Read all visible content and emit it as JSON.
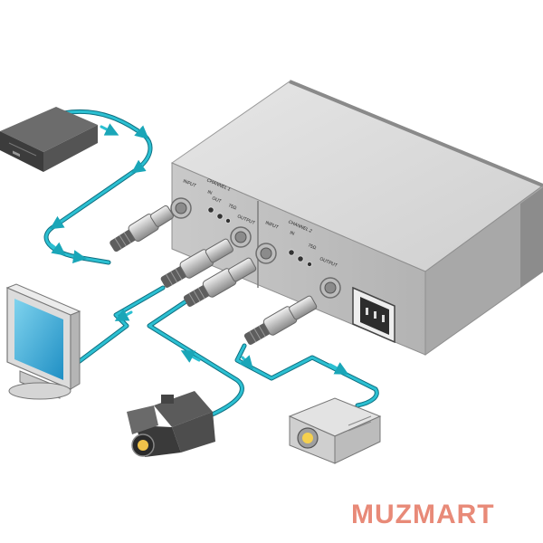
{
  "diagram": {
    "device": {
      "channel1_label": "CHANNEL 1",
      "channel2_label": "CHANNEL 2",
      "input_label": "INPUT",
      "output_label": "OUTPUT",
      "in_label": "IN",
      "out_label": "OUT",
      "ch1_indicators": [
        "IN",
        "75Ω"
      ],
      "ch2_indicators": [
        "IN",
        "75Ω"
      ]
    },
    "watermark": "MUZMART",
    "colors": {
      "cable": "#1aa6b8",
      "chassis_top": "#dcdcdc",
      "chassis_front": "#b9b9b9",
      "watermark": "#e88a78"
    },
    "icons": [
      "vcr-source-icon",
      "monitor-icon",
      "camcorder-icon",
      "projector-icon",
      "bnc-connector-icon",
      "power-socket-icon"
    ]
  }
}
